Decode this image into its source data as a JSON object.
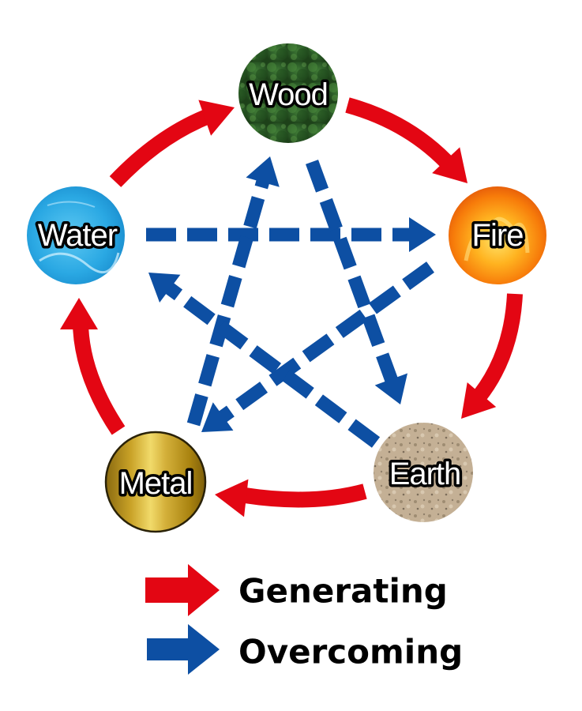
{
  "title": "Five Elements (Wu Xing) Cycle",
  "colors": {
    "generating": "#e30613",
    "overcoming": "#0d4fa3"
  },
  "elements": [
    {
      "id": "wood",
      "label": "Wood",
      "texture": "forest-canopy"
    },
    {
      "id": "fire",
      "label": "Fire",
      "texture": "flames"
    },
    {
      "id": "earth",
      "label": "Earth",
      "texture": "soil"
    },
    {
      "id": "metal",
      "label": "Metal",
      "texture": "brushed-gold"
    },
    {
      "id": "water",
      "label": "Water",
      "texture": "water-ripples"
    }
  ],
  "generating_cycle": [
    {
      "from": "Wood",
      "to": "Fire"
    },
    {
      "from": "Fire",
      "to": "Earth"
    },
    {
      "from": "Earth",
      "to": "Metal"
    },
    {
      "from": "Metal",
      "to": "Water"
    },
    {
      "from": "Water",
      "to": "Wood"
    }
  ],
  "overcoming_cycle": [
    {
      "from": "Water",
      "to": "Fire"
    },
    {
      "from": "Fire",
      "to": "Metal"
    },
    {
      "from": "Metal",
      "to": "Wood"
    },
    {
      "from": "Wood",
      "to": "Earth"
    },
    {
      "from": "Earth",
      "to": "Water"
    }
  ],
  "legend": {
    "generating_label": "Generating",
    "overcoming_label": "Overcoming"
  }
}
